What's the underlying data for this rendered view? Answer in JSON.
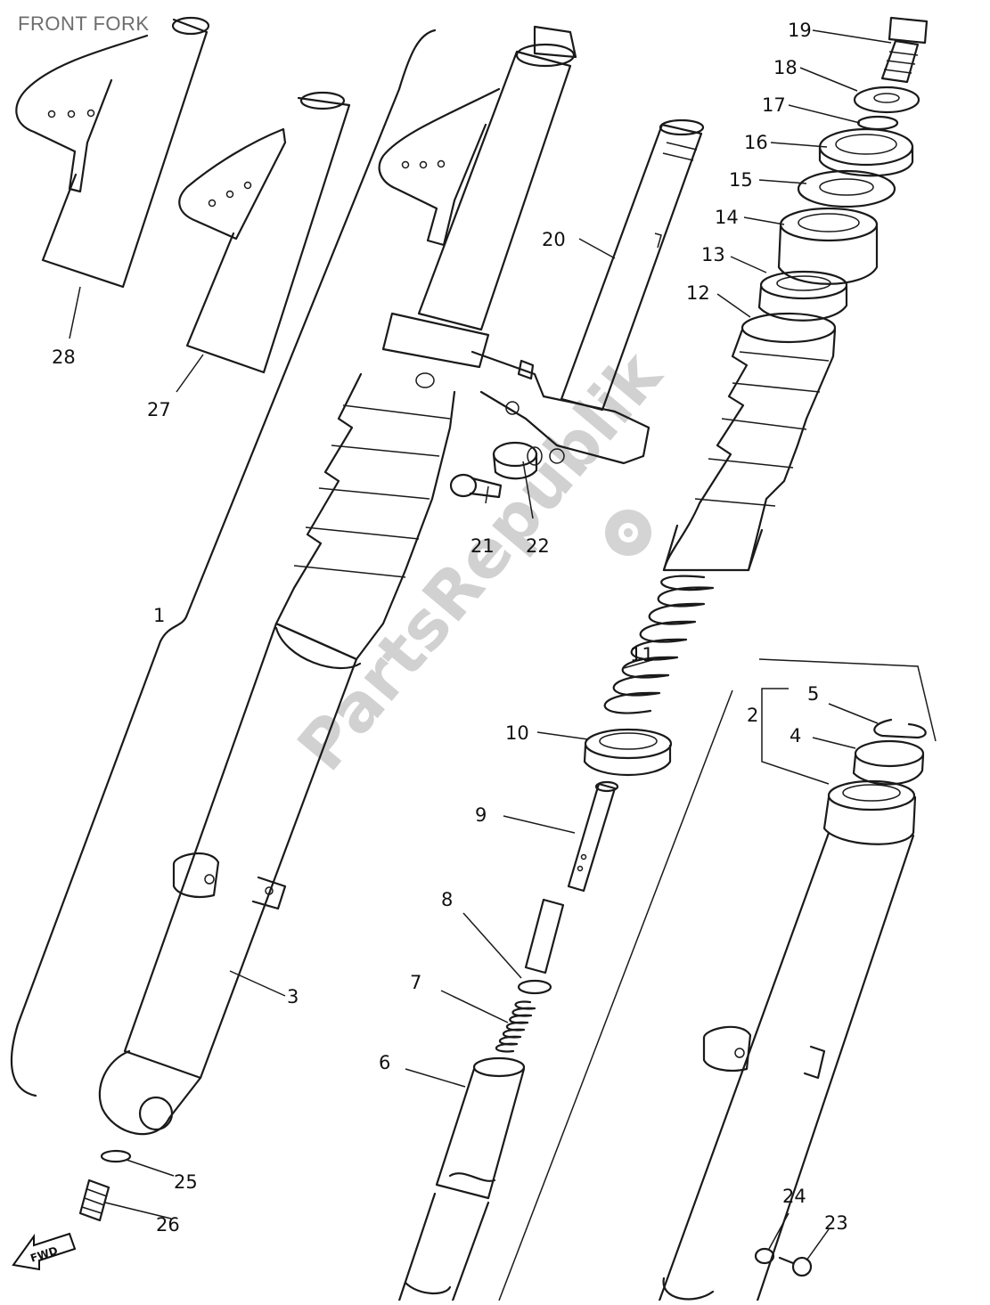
{
  "title": "FRONT FORK",
  "watermark": "PartsRepublik",
  "fwd_badge": "FWD",
  "callouts": [
    {
      "id": "1",
      "text": "1"
    },
    {
      "id": "2",
      "text": "2"
    },
    {
      "id": "3",
      "text": "3"
    },
    {
      "id": "4",
      "text": "4"
    },
    {
      "id": "5",
      "text": "5"
    },
    {
      "id": "6",
      "text": "6"
    },
    {
      "id": "7",
      "text": "7"
    },
    {
      "id": "8",
      "text": "8"
    },
    {
      "id": "9",
      "text": "9"
    },
    {
      "id": "10",
      "text": "10"
    },
    {
      "id": "11",
      "text": "11"
    },
    {
      "id": "12",
      "text": "12"
    },
    {
      "id": "13",
      "text": "13"
    },
    {
      "id": "14",
      "text": "14"
    },
    {
      "id": "15",
      "text": "15"
    },
    {
      "id": "16",
      "text": "16"
    },
    {
      "id": "17",
      "text": "17"
    },
    {
      "id": "18",
      "text": "18"
    },
    {
      "id": "19",
      "text": "19"
    },
    {
      "id": "20",
      "text": "20"
    },
    {
      "id": "21",
      "text": "21"
    },
    {
      "id": "22",
      "text": "22"
    },
    {
      "id": "23",
      "text": "23"
    },
    {
      "id": "24",
      "text": "24"
    },
    {
      "id": "25",
      "text": "25"
    },
    {
      "id": "26",
      "text": "26"
    },
    {
      "id": "27",
      "text": "27"
    },
    {
      "id": "28",
      "text": "28"
    }
  ]
}
